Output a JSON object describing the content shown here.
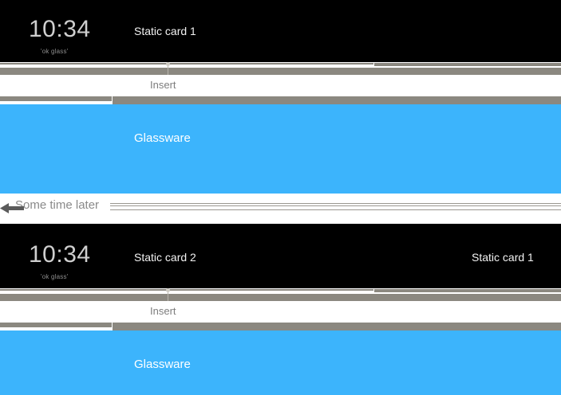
{
  "theme": {
    "black": "#000000",
    "white": "#ffffff",
    "grey_bar": "#8b8880",
    "blue": "#3cb4fc",
    "clock_text": "#cfcfcf",
    "hint_text": "#8e8e8e",
    "card_text": "#f2f2f2",
    "insert_text": "#7d7d7d",
    "later_text": "#8a8a8a",
    "glassware_text": "#ffffff",
    "connector": "#b9b6ae"
  },
  "sequences": [
    {
      "id": "before",
      "timeline": {
        "clock": "10:34",
        "hint": "'ok glass'",
        "cards": [
          {
            "label": "Static card 1"
          }
        ]
      },
      "insert": {
        "label": "Insert"
      },
      "glassware": {
        "label": "Glassware"
      }
    },
    {
      "id": "after",
      "timeline": {
        "clock": "10:34",
        "hint": "'ok glass'",
        "cards": [
          {
            "label": "Static card 2"
          },
          {
            "label": "Static card 1"
          }
        ]
      },
      "insert": {
        "label": "Insert"
      },
      "glassware": {
        "label": "Glassware"
      }
    }
  ],
  "divider": {
    "label": "Some time later",
    "arrow": "left-arrow-icon"
  }
}
